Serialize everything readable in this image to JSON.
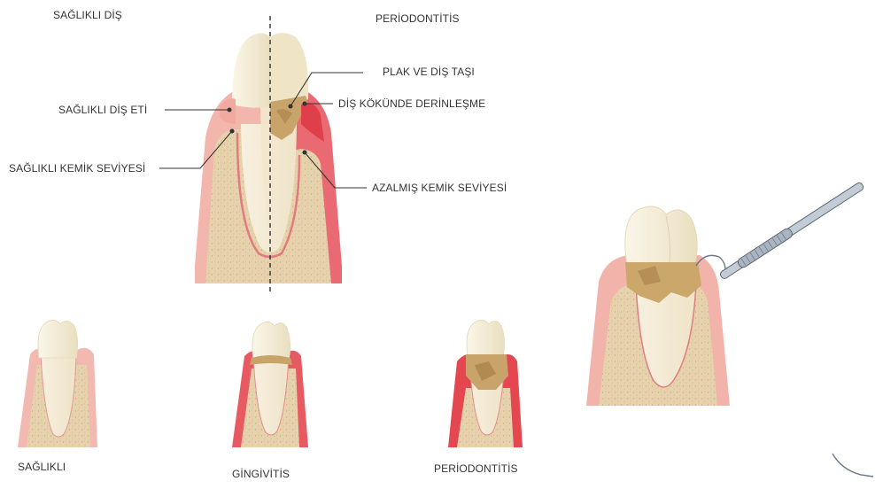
{
  "headers": {
    "healthy_tooth": "SAĞLIKLI DİŞ",
    "periodontitis": "PERİODONTİTİS"
  },
  "callouts": {
    "healthy_gum": "SAĞLIKLI DİŞ ETİ",
    "healthy_bone": "SAĞLIKLI KEMİK SEVİYESİ",
    "plaque": "PLAK VE DİŞ TAŞI",
    "deep_pocket": "DİŞ KÖKÜNDE DERİNLEŞME",
    "reduced_bone": "AZALMIŞ KEMİK SEVİYESİ"
  },
  "stages": [
    {
      "label": "SAĞLIKLI"
    },
    {
      "label": "GİNGİVİTİS"
    },
    {
      "label": "PERİODONTİTİS"
    }
  ],
  "colors": {
    "gum_healthy": "#f2b9b0",
    "gum_inflamed": "#e4505a",
    "bone": "#e5d2ac",
    "enamel": "#f6efda",
    "tartar": "#c9a46a",
    "leader": "#333333"
  }
}
